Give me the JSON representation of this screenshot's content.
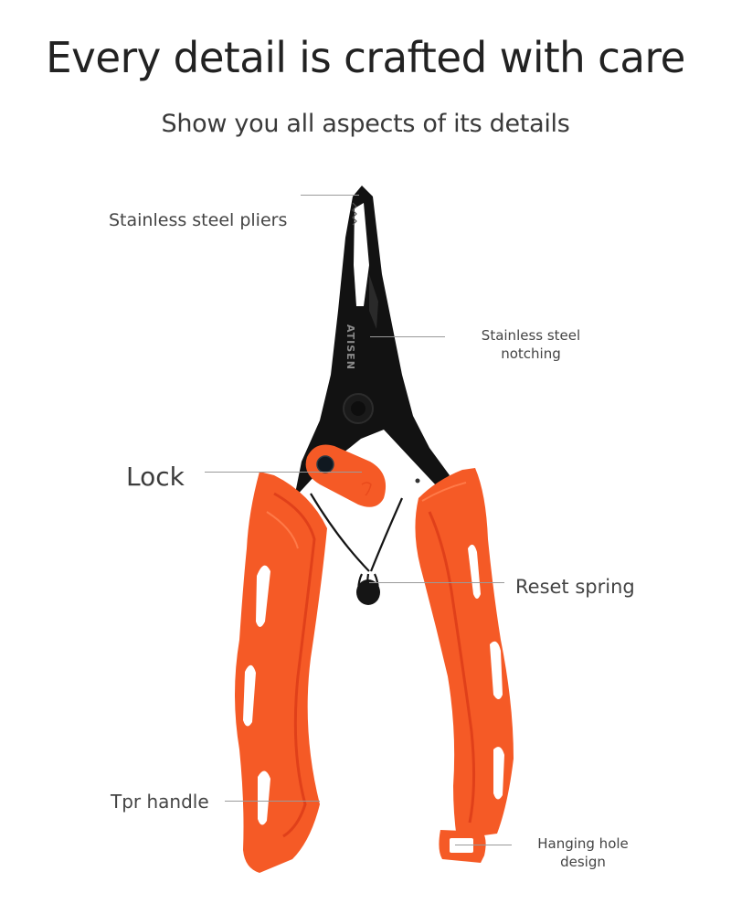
{
  "header": {
    "title": "Every detail is crafted with care",
    "subtitle": "Show you all aspects of its details"
  },
  "product": {
    "brand_mark": "ATISEN",
    "colors": {
      "handle_orange": "#f55a26",
      "handle_shadow": "#e0401a",
      "metal_black": "#121212",
      "leader_line": "#9a9a9a",
      "label_text": "#444444"
    }
  },
  "callouts": [
    {
      "id": "pliers",
      "label": "Stainless steel pliers"
    },
    {
      "id": "notching",
      "label_line1": "Stainless steel",
      "label_line2": "notching"
    },
    {
      "id": "lock",
      "label": "Lock"
    },
    {
      "id": "spring",
      "label": "Reset spring"
    },
    {
      "id": "handle",
      "label": "Tpr handle"
    },
    {
      "id": "hole",
      "label_line1": "Hanging hole",
      "label_line2": "design"
    }
  ]
}
